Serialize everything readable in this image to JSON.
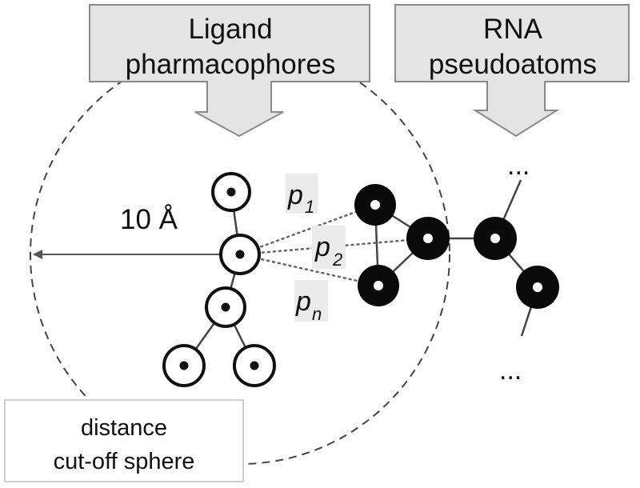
{
  "callouts": {
    "ligand": [
      "Ligand",
      "pharmacophores"
    ],
    "rna": [
      "RNA",
      "pseudoatoms"
    ]
  },
  "sphere_label": [
    "distance",
    "cut-off sphere"
  ],
  "distance_label": "10 Å",
  "pair_labels": [
    {
      "symbol": "p",
      "subscript": "1"
    },
    {
      "symbol": "p",
      "subscript": "2"
    },
    {
      "symbol": "p",
      "subscript": "n"
    }
  ],
  "ellipsis": "...",
  "colors": {
    "callout_fill": "#e4e4e4",
    "callout_stroke": "#8a8a8a",
    "ink": "#111111",
    "label_highlight": "#ebebeb"
  }
}
